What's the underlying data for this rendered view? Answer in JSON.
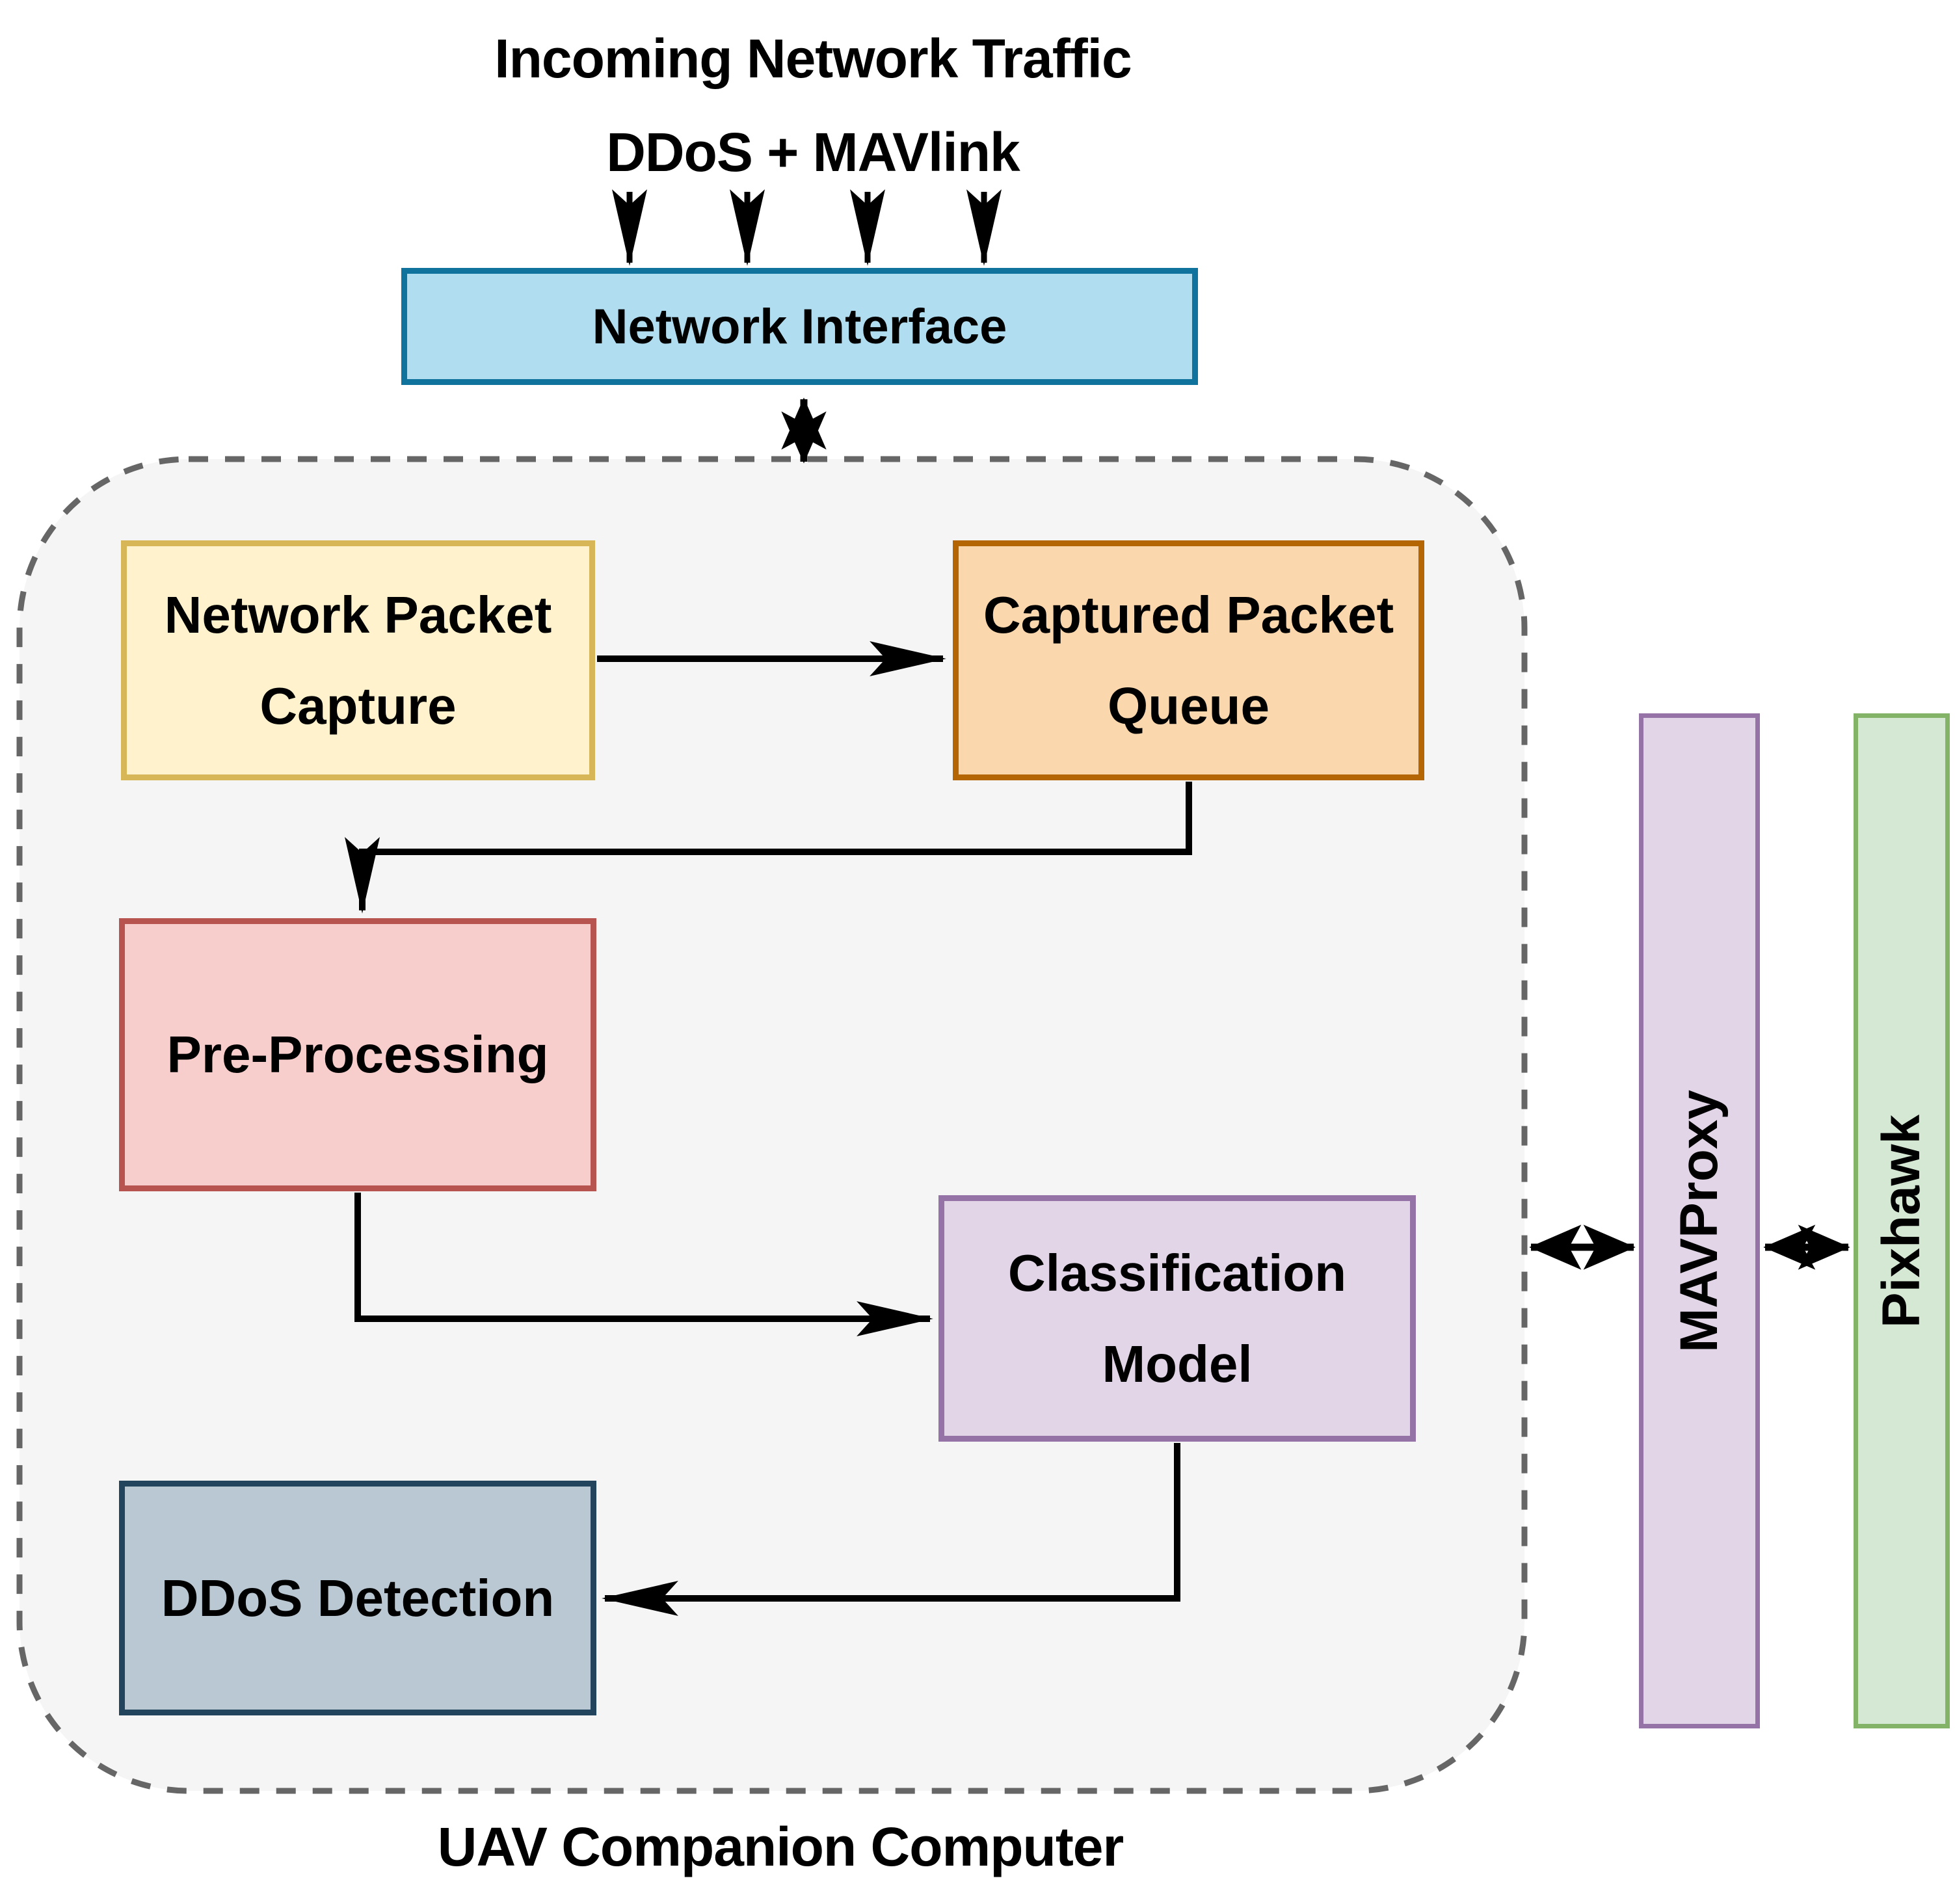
{
  "diagram": {
    "title_line1": "Incoming Network Traffic",
    "title_line2": "DDoS + MAVlink",
    "container": {
      "label": "UAV Companion Computer",
      "fill": "#F5F5F5",
      "stroke": "#666666",
      "border_style": "dashed"
    },
    "nodes": {
      "network_interface": {
        "label": "Network Interface",
        "fill": "#B1DDF0",
        "stroke": "#10739E"
      },
      "network_packet_capture": {
        "label": "Network Packet\nCapture",
        "fill": "#FFF2CC",
        "stroke": "#D6B656"
      },
      "captured_packet_queue": {
        "label": "Captured Packet\nQueue",
        "fill": "#FAD7AC",
        "stroke": "#B46504"
      },
      "pre_processing": {
        "label": "Pre-Processing",
        "fill": "#F8CECC",
        "stroke": "#B85450"
      },
      "classification_model": {
        "label": "Classification\nModel",
        "fill": "#E1D5E7",
        "stroke": "#9673A6"
      },
      "ddos_detection": {
        "label": "DDoS Detection",
        "fill": "#BAC8D3",
        "stroke": "#23445D"
      },
      "mavproxy": {
        "label": "MAVProxy",
        "fill": "#E1D5E7",
        "stroke": "#9673A6"
      },
      "pixhawk": {
        "label": "Pixhawk",
        "fill": "#D5E8D4",
        "stroke": "#82B366"
      }
    },
    "connections": {
      "incoming_traffic_arrows": "4 arrows into Network Interface",
      "network_interface_companion": "bidirectional",
      "capture_to_queue": "directed",
      "queue_to_preprocessing": "directed",
      "preprocessing_to_classification": "directed",
      "classification_to_ddos": "directed",
      "companion_mavproxy": "bidirectional",
      "mavproxy_pixhawk": "bidirectional"
    },
    "arrow_color": "#000000"
  }
}
